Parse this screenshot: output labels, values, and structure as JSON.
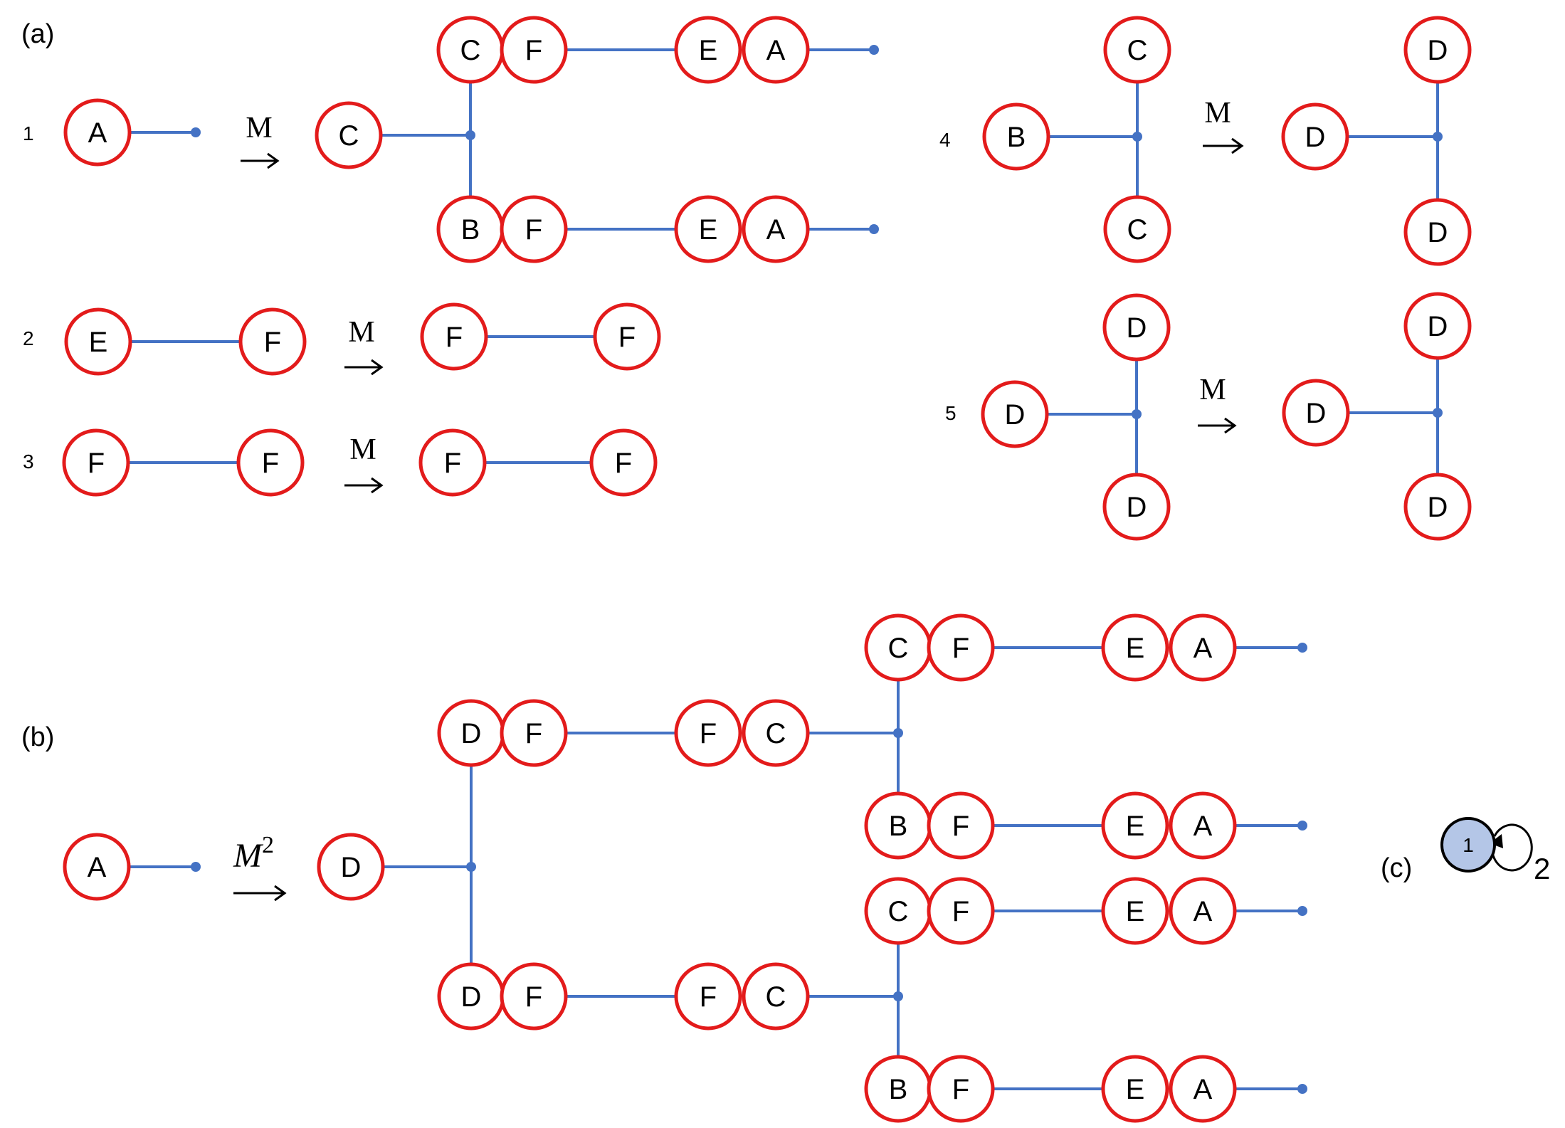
{
  "colors": {
    "node_stroke": "#e31b1b",
    "edge": "#4472c4",
    "text": "#000000",
    "state_fill": "#b4c6e7"
  },
  "panel_a": {
    "label": "(a)",
    "rules": [
      {
        "number": "1",
        "operator": "M",
        "left": [
          "A"
        ],
        "right": [
          "C",
          "C",
          "F",
          "E",
          "A",
          "B",
          "F",
          "E",
          "A"
        ]
      },
      {
        "number": "2",
        "operator": "M",
        "left": [
          "E",
          "F"
        ],
        "right": [
          "F",
          "F"
        ]
      },
      {
        "number": "3",
        "operator": "M",
        "left": [
          "F",
          "F"
        ],
        "right": [
          "F",
          "F"
        ]
      },
      {
        "number": "4",
        "operator": "M",
        "left": [
          "B",
          "C",
          "C"
        ],
        "right": [
          "D",
          "D",
          "D"
        ]
      },
      {
        "number": "5",
        "operator": "M",
        "left": [
          "D",
          "D",
          "D"
        ],
        "right": [
          "D",
          "D",
          "D"
        ]
      }
    ]
  },
  "panel_b": {
    "label": "(b)",
    "operator": "M",
    "exponent": "2",
    "left": [
      "A"
    ],
    "right": [
      "D",
      "D",
      "F",
      "F",
      "C",
      "C",
      "F",
      "E",
      "A",
      "B",
      "F",
      "E",
      "A",
      "D",
      "F",
      "F",
      "C",
      "C",
      "F",
      "E",
      "A",
      "B",
      "F",
      "E",
      "A"
    ]
  },
  "panel_c": {
    "label": "(c)",
    "state": "1",
    "loop_label": "2"
  }
}
